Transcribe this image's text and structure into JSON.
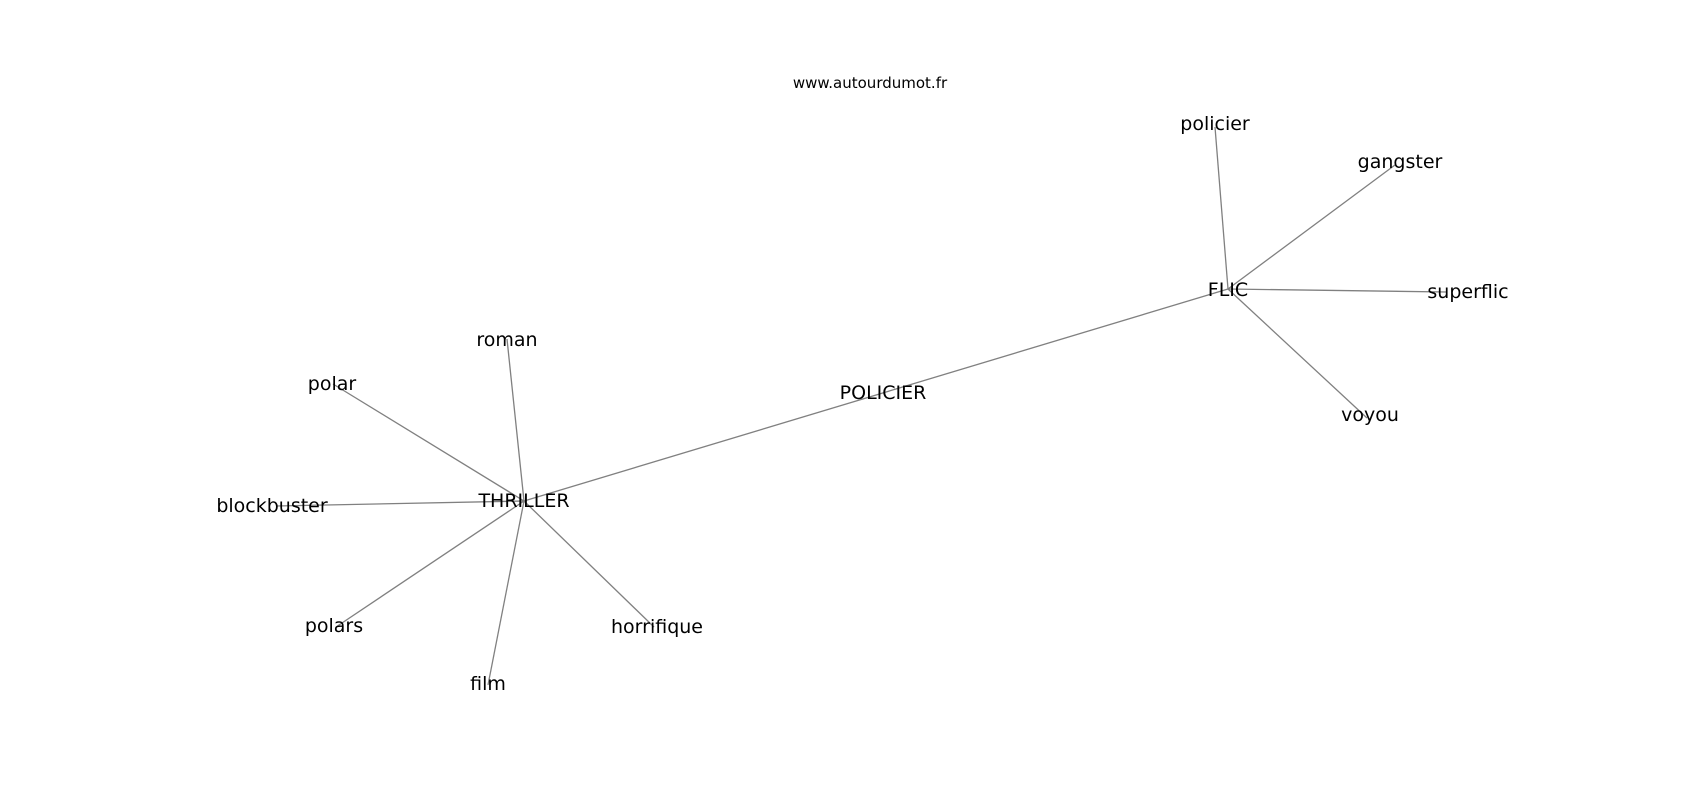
{
  "site": "www.autourdumot.fr",
  "nodes": [
    {
      "id": "policier_top",
      "label": "policier"
    },
    {
      "id": "gangster",
      "label": "gangster"
    },
    {
      "id": "flic",
      "label": "FLIC"
    },
    {
      "id": "superflic",
      "label": "superflic"
    },
    {
      "id": "voyou",
      "label": "voyou"
    },
    {
      "id": "roman",
      "label": "roman"
    },
    {
      "id": "polar",
      "label": "polar"
    },
    {
      "id": "policier_center",
      "label": "POLICIER"
    },
    {
      "id": "blockbuster",
      "label": "blockbuster"
    },
    {
      "id": "thriller",
      "label": "THRILLER"
    },
    {
      "id": "polars",
      "label": "polars"
    },
    {
      "id": "horrifique",
      "label": "horrifique"
    },
    {
      "id": "film",
      "label": "film"
    }
  ],
  "edges": [
    [
      "thriller",
      "flic"
    ],
    [
      "flic",
      "policier_top"
    ],
    [
      "flic",
      "gangster"
    ],
    [
      "flic",
      "superflic"
    ],
    [
      "flic",
      "voyou"
    ],
    [
      "thriller",
      "roman"
    ],
    [
      "thriller",
      "polar"
    ],
    [
      "thriller",
      "blockbuster"
    ],
    [
      "thriller",
      "polars"
    ],
    [
      "thriller",
      "film"
    ],
    [
      "thriller",
      "horrifique"
    ]
  ]
}
